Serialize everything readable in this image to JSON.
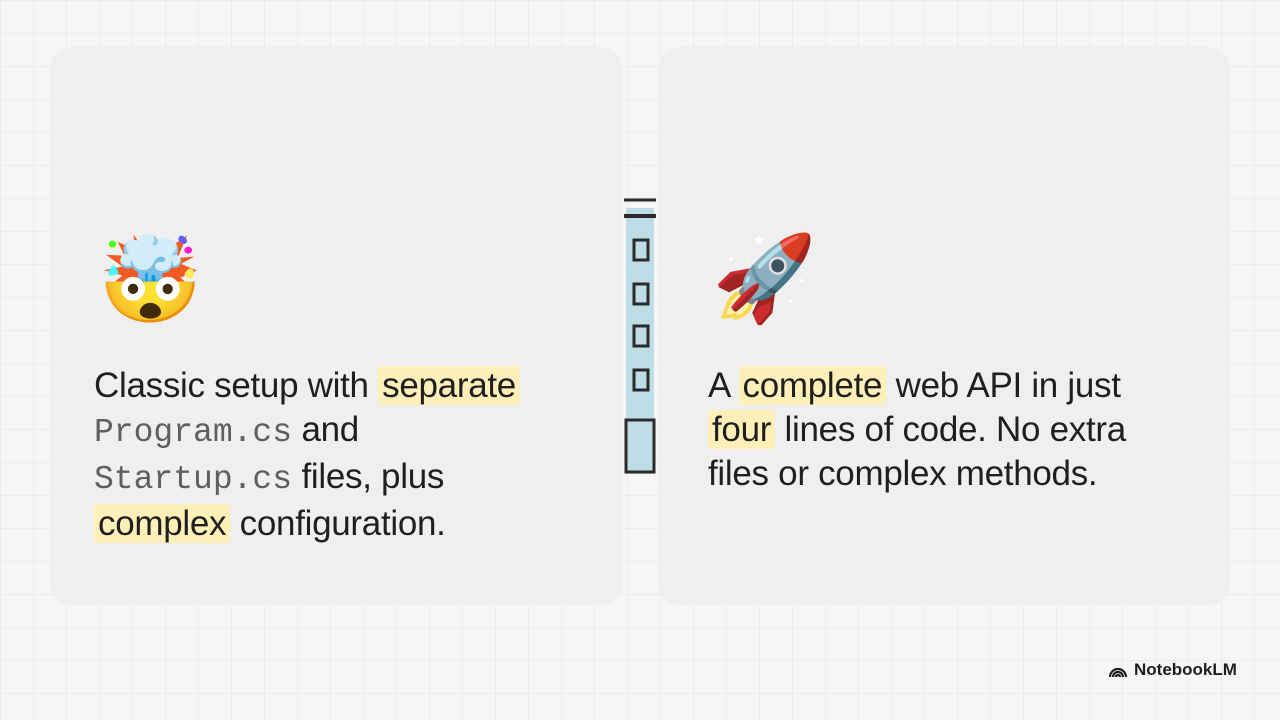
{
  "left_card": {
    "emoji": "🤯",
    "emoji_name": "exploding-head-icon",
    "line1_plain": "Classic setup with ",
    "line1_highlight": "separate",
    "line2_code": "Program.cs",
    "line2_plain": " and",
    "line3_code": "Startup.cs",
    "line3_plain": " files, plus",
    "line4_highlight": "complex",
    "line4_plain": " configuration."
  },
  "right_card": {
    "emoji": "🚀",
    "emoji_name": "rocket-icon",
    "line1_plain_a": "A ",
    "line1_highlight": "complete",
    "line1_plain_b": " web API in just",
    "line2_highlight": "four",
    "line2_plain": " lines of code. No extra",
    "line3_plain": "files or complex methods."
  },
  "brand": {
    "label": "NotebookLM",
    "icon": "notebooklm-logo-icon"
  },
  "colors": {
    "highlight": "#fdefb8",
    "panel": "#efefef",
    "strip_fill": "#bfdde6"
  }
}
